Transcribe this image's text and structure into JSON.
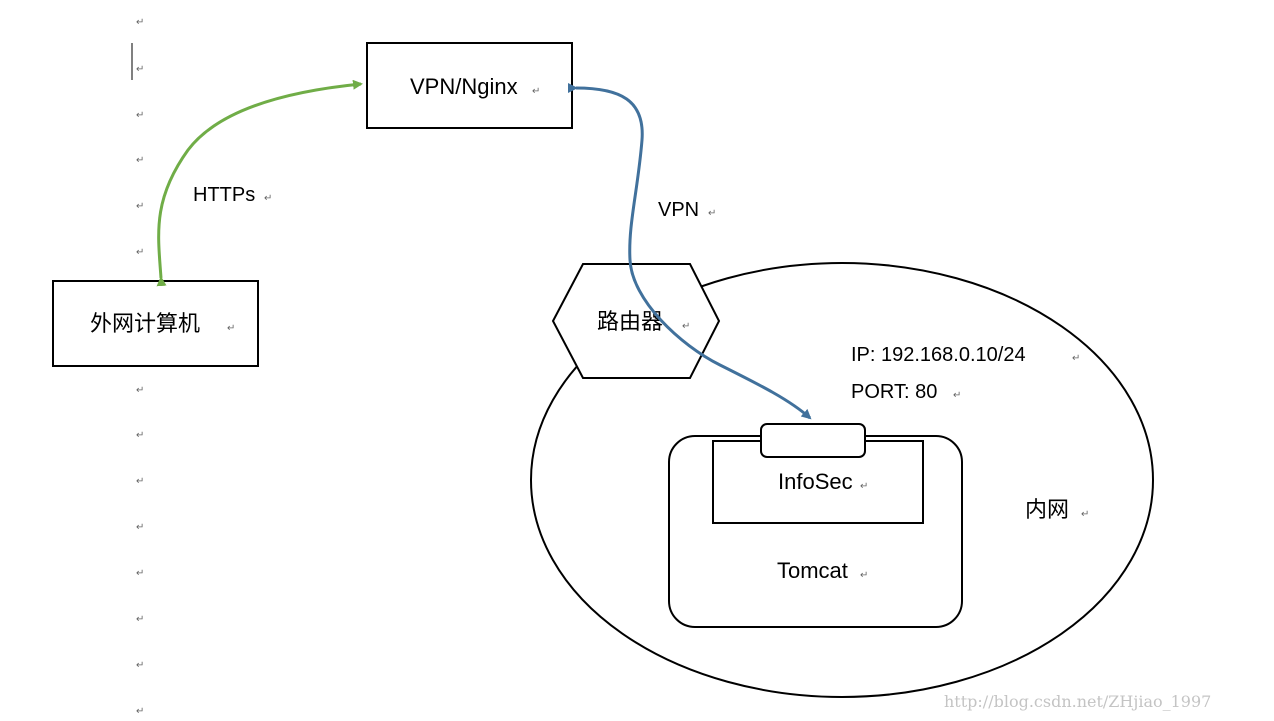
{
  "nodes": {
    "vpn_nginx": "VPN/Nginx",
    "external_computer": "外网计算机",
    "router": "路由器",
    "infosec": "InfoSec",
    "tomcat": "Tomcat",
    "intranet": "内网"
  },
  "edges": {
    "https": "HTTPs",
    "vpn": "VPN"
  },
  "intranet_info": {
    "ip": "IP: 192.168.0.10/24",
    "port": "PORT: 80"
  },
  "paragraph_mark": "↵",
  "colors": {
    "https_arrow": "#70ad47",
    "vpn_arrow": "#41719c",
    "stroke": "#000000"
  },
  "watermark": "http://blog.csdn.net/ZHjiao_1997"
}
